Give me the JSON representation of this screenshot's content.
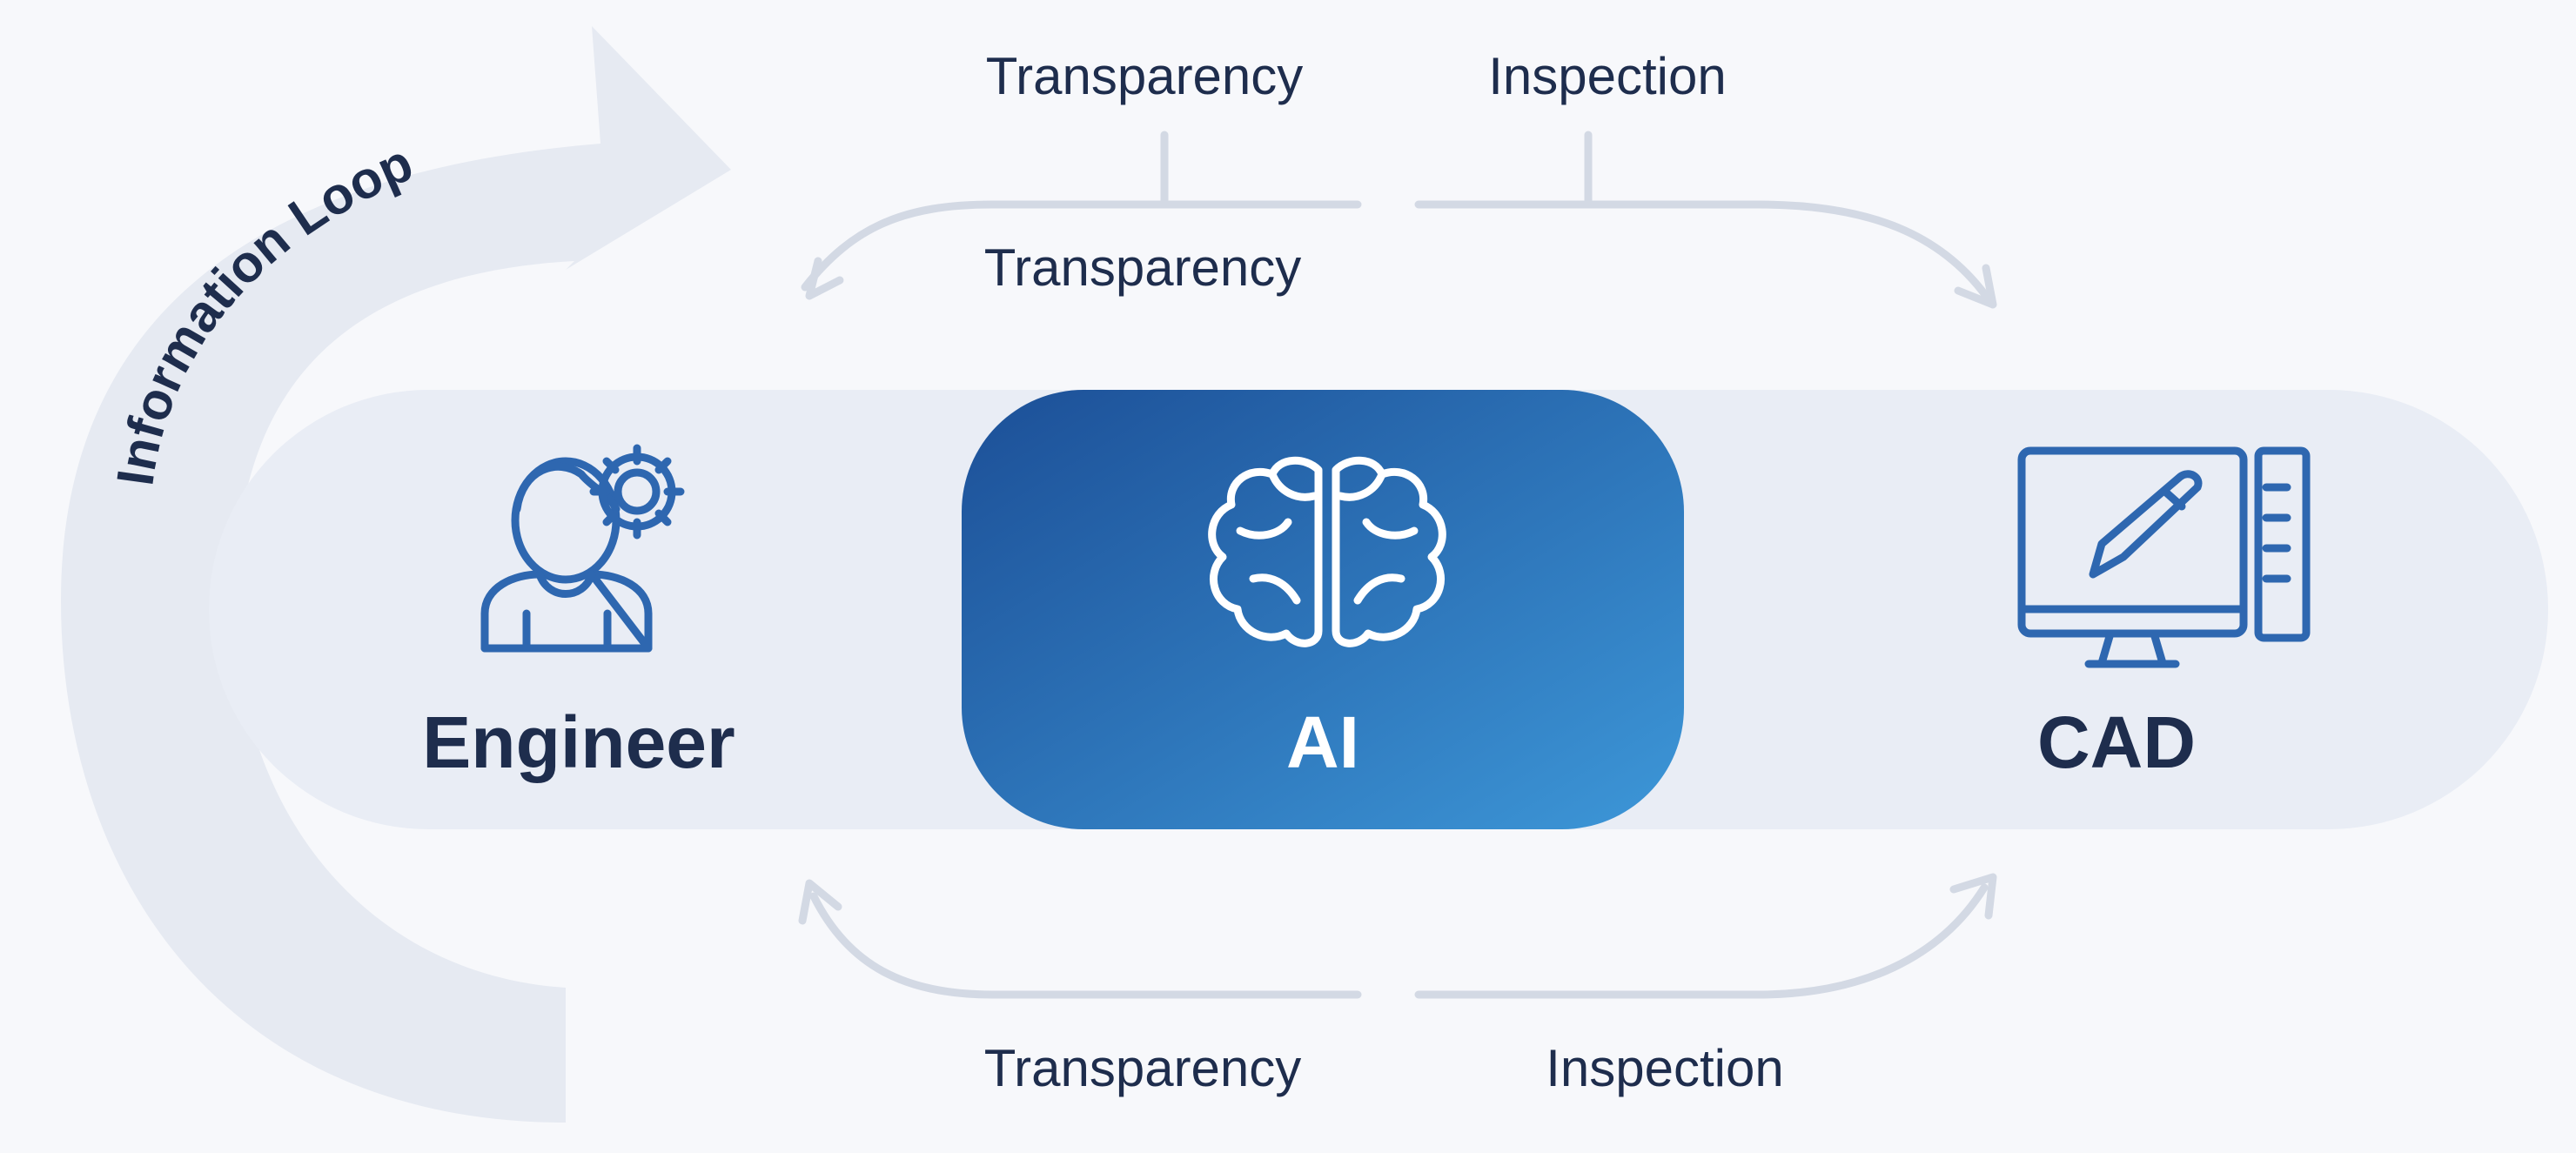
{
  "loop": {
    "label": "Information Loop"
  },
  "top_labels": {
    "left": "Transparency",
    "right": "Inspection",
    "inner_left": "Transparency"
  },
  "bottom_labels": {
    "left": "Transparency",
    "right": "Inspection"
  },
  "nodes": {
    "engineer": {
      "label": "Engineer",
      "icon": "engineer-gear-icon"
    },
    "ai": {
      "label": "AI",
      "icon": "brain-icon"
    },
    "cad": {
      "label": "CAD",
      "icon": "cad-workstation-icon"
    }
  },
  "colors": {
    "background": "#f7f8fb",
    "band": "#e9edf5",
    "ai_gradient_start": "#1f5aa3",
    "ai_gradient_end": "#3c93d6",
    "text_dark": "#1e2d4d",
    "icon_blue": "#2e67b0",
    "arrow_gray": "#d3d9e4",
    "loop_arrow": "#e6eaf2"
  }
}
